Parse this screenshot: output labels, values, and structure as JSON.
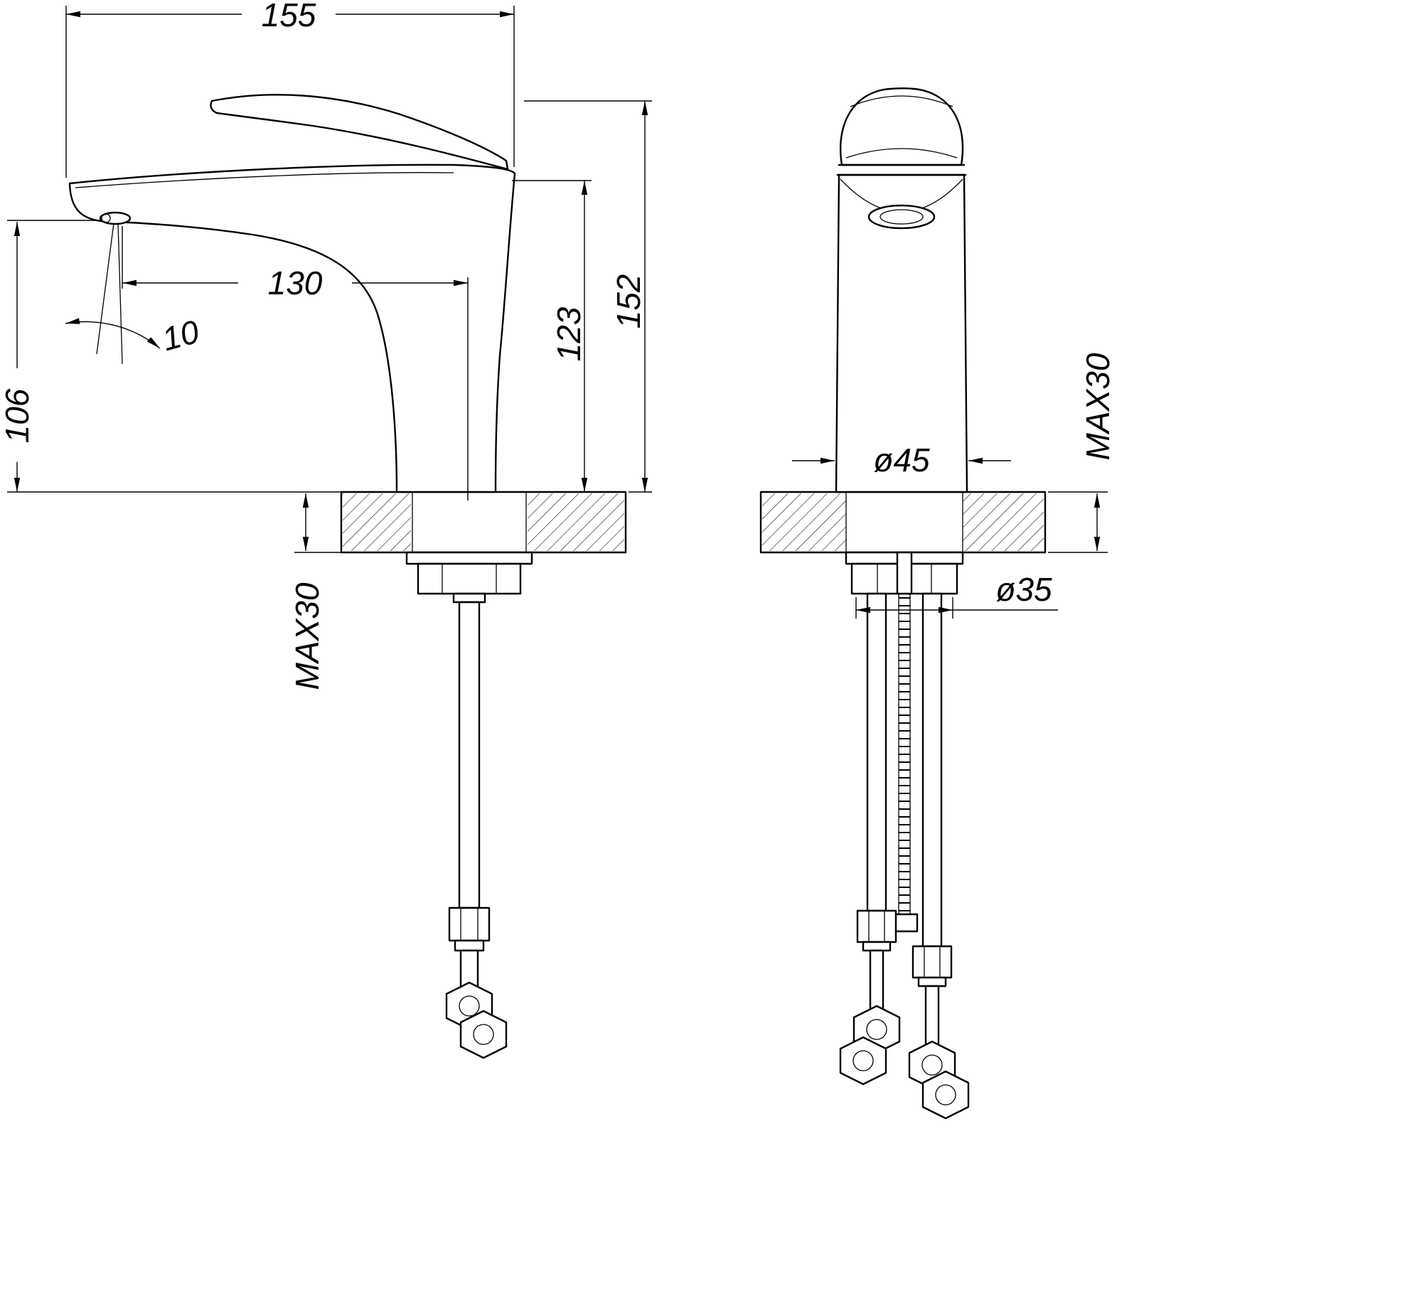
{
  "drawing": {
    "kind": "faucet-installation-technical-drawing",
    "views": {
      "left": "side view",
      "right": "front view"
    },
    "line_color": "#000000",
    "background": "#ffffff"
  },
  "labels": {
    "overall_width": "155",
    "overall_height": "152",
    "body_height": "123",
    "spout_reach": "130",
    "spout_angle": "10",
    "outlet_height": "106",
    "deck_max_left": "MAX30",
    "deck_max_right": "MAX30",
    "body_diameter": "ø45",
    "shank_diameter": "ø35"
  }
}
